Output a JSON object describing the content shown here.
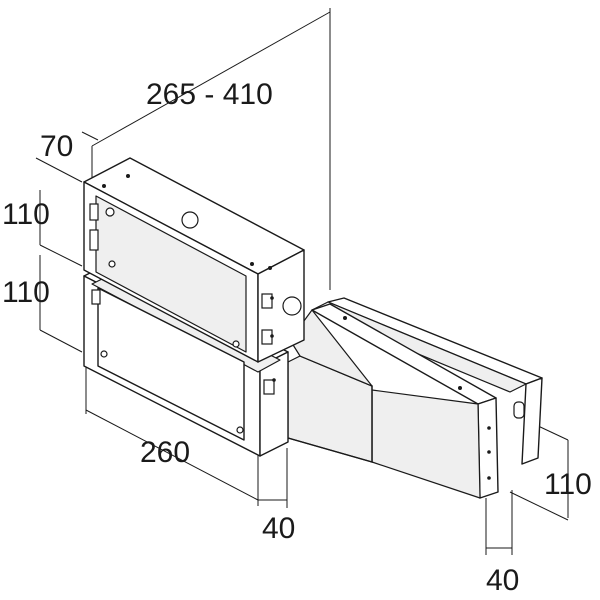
{
  "dimensions": {
    "top_depth_range": "265 - 410",
    "top_side": "70",
    "upper_box_height": "110",
    "lower_box_height": "110",
    "box_width": "260",
    "box_depth": "40",
    "bracket_height": "110",
    "bracket_depth": "40"
  }
}
